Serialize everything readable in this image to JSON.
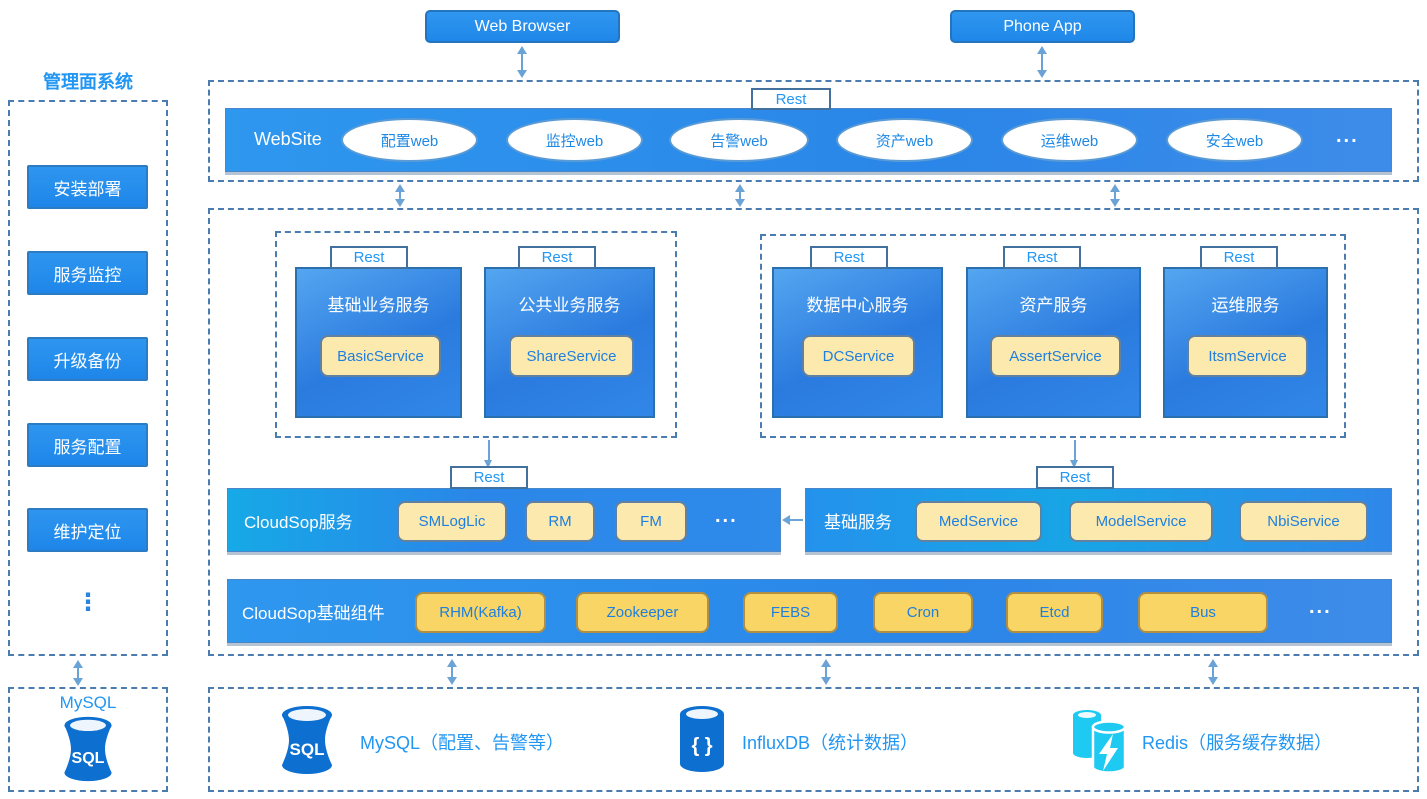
{
  "labels": {
    "rest": "Rest",
    "ellipsis_h": "...",
    "ellipsis_v": "⋮"
  },
  "top": {
    "web_browser": "Web Browser",
    "phone_app": "Phone App"
  },
  "sidebar": {
    "title": "管理面系统",
    "items": [
      {
        "label": "安装部署"
      },
      {
        "label": "服务监控"
      },
      {
        "label": "升级备份"
      },
      {
        "label": "服务配置"
      },
      {
        "label": "维护定位"
      }
    ],
    "mysql": {
      "label": "MySQL",
      "icon_text": "SQL"
    }
  },
  "website": {
    "label": "WebSite",
    "ovals": [
      "配置web",
      "监控web",
      "告警web",
      "资产web",
      "运维web",
      "安全web"
    ]
  },
  "service_groups": [
    {
      "boxes": [
        {
          "title": "基础业务服务",
          "chip": "BasicService"
        },
        {
          "title": "公共业务服务",
          "chip": "ShareService"
        }
      ]
    },
    {
      "boxes": [
        {
          "title": "数据中心服务",
          "chip": "DCService"
        },
        {
          "title": "资产服务",
          "chip": "AssertService"
        },
        {
          "title": "运维服务",
          "chip": "ItsmService"
        }
      ]
    }
  ],
  "cloudsop_bar": {
    "label": "CloudSop服务",
    "chips": [
      "SMLogLic",
      "RM",
      "FM"
    ]
  },
  "base_bar": {
    "label": "基础服务",
    "chips": [
      "MedService",
      "ModelService",
      "NbiService"
    ]
  },
  "components_bar": {
    "label": "CloudSop基础组件",
    "chips": [
      "RHM(Kafka)",
      "Zookeeper",
      "FEBS",
      "Cron",
      "Etcd",
      "Bus"
    ]
  },
  "datastores": [
    {
      "label": "MySQL（配置、告警等）",
      "icon": "mysql-db-icon",
      "icon_text": "SQL"
    },
    {
      "label": "InfluxDB（统计数据）",
      "icon": "influxdb-icon",
      "icon_text": "{ }"
    },
    {
      "label": "Redis（服务缓存数据）",
      "icon": "redis-icon"
    }
  ],
  "colors": {
    "primary_blue": "#2590ee",
    "accent_text_blue": "#2196f3",
    "dashed_border": "#4a7cb0",
    "arrow": "#6ba3d6",
    "chip_cream": "#fce9ae",
    "chip_gold": "#f8d564",
    "db_blue": "#0d6fd0",
    "redis_cyan": "#1ec9f2"
  }
}
